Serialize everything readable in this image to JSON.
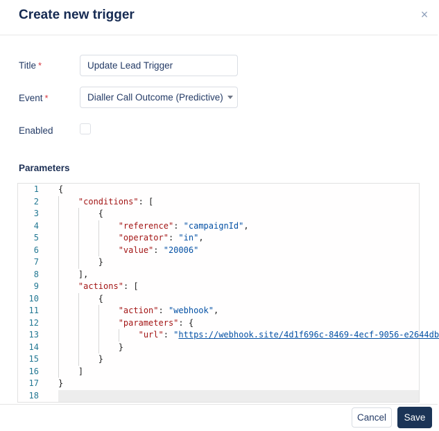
{
  "modal": {
    "title": "Create new trigger",
    "close_icon": "×"
  },
  "form": {
    "required_marker": "*",
    "title_label": "Title",
    "title_value": "Update Lead Trigger",
    "event_label": "Event",
    "event_value": "Dialler Call Outcome (Predictive)",
    "enabled_label": "Enabled",
    "enabled_checked": false,
    "parameters_label": "Parameters"
  },
  "colors": {
    "navy_text": "#243b66",
    "save_button_bg": "#1b3456",
    "json_key": "#a31515",
    "json_string": "#0451a5",
    "line_number": "#237893",
    "required_red": "#d7373f"
  },
  "editor": {
    "lines": [
      {
        "num": "1",
        "segs": [
          {
            "c": "p",
            "t": "{"
          }
        ]
      },
      {
        "num": "2",
        "segs": [
          {
            "c": "w",
            "t": "    "
          },
          {
            "c": "k",
            "t": "\"conditions\""
          },
          {
            "c": "p",
            "t": ": ["
          }
        ]
      },
      {
        "num": "3",
        "segs": [
          {
            "c": "w",
            "t": "        "
          },
          {
            "c": "p",
            "t": "{"
          }
        ]
      },
      {
        "num": "4",
        "segs": [
          {
            "c": "w",
            "t": "            "
          },
          {
            "c": "k",
            "t": "\"reference\""
          },
          {
            "c": "p",
            "t": ": "
          },
          {
            "c": "s",
            "t": "\"campaignId\""
          },
          {
            "c": "p",
            "t": ","
          }
        ]
      },
      {
        "num": "5",
        "segs": [
          {
            "c": "w",
            "t": "            "
          },
          {
            "c": "k",
            "t": "\"operator\""
          },
          {
            "c": "p",
            "t": ": "
          },
          {
            "c": "s",
            "t": "\"in\""
          },
          {
            "c": "p",
            "t": ","
          }
        ]
      },
      {
        "num": "6",
        "segs": [
          {
            "c": "w",
            "t": "            "
          },
          {
            "c": "k",
            "t": "\"value\""
          },
          {
            "c": "p",
            "t": ": "
          },
          {
            "c": "s",
            "t": "\"20006\""
          }
        ]
      },
      {
        "num": "7",
        "segs": [
          {
            "c": "w",
            "t": "        "
          },
          {
            "c": "p",
            "t": "}"
          }
        ]
      },
      {
        "num": "8",
        "segs": [
          {
            "c": "w",
            "t": "    "
          },
          {
            "c": "p",
            "t": "],"
          }
        ]
      },
      {
        "num": "9",
        "segs": [
          {
            "c": "w",
            "t": "    "
          },
          {
            "c": "k",
            "t": "\"actions\""
          },
          {
            "c": "p",
            "t": ": ["
          }
        ]
      },
      {
        "num": "10",
        "segs": [
          {
            "c": "w",
            "t": "        "
          },
          {
            "c": "p",
            "t": "{"
          }
        ]
      },
      {
        "num": "11",
        "segs": [
          {
            "c": "w",
            "t": "            "
          },
          {
            "c": "k",
            "t": "\"action\""
          },
          {
            "c": "p",
            "t": ": "
          },
          {
            "c": "s",
            "t": "\"webhook\""
          },
          {
            "c": "p",
            "t": ","
          }
        ]
      },
      {
        "num": "12",
        "segs": [
          {
            "c": "w",
            "t": "            "
          },
          {
            "c": "k",
            "t": "\"parameters\""
          },
          {
            "c": "p",
            "t": ": {"
          }
        ]
      },
      {
        "num": "13",
        "segs": [
          {
            "c": "w",
            "t": "                "
          },
          {
            "c": "k",
            "t": "\"url\""
          },
          {
            "c": "p",
            "t": ": "
          },
          {
            "c": "s",
            "t": "\""
          },
          {
            "c": "l",
            "t": "https://webhook.site/4d1f696c-8469-4ecf-9056-e2644db"
          }
        ]
      },
      {
        "num": "14",
        "segs": [
          {
            "c": "w",
            "t": "            "
          },
          {
            "c": "p",
            "t": "}"
          }
        ]
      },
      {
        "num": "15",
        "segs": [
          {
            "c": "w",
            "t": "        "
          },
          {
            "c": "p",
            "t": "}"
          }
        ]
      },
      {
        "num": "16",
        "segs": [
          {
            "c": "w",
            "t": "    "
          },
          {
            "c": "p",
            "t": "]"
          }
        ]
      },
      {
        "num": "17",
        "segs": [
          {
            "c": "p",
            "t": "}"
          }
        ]
      },
      {
        "num": "18",
        "segs": [],
        "current": true
      }
    ]
  },
  "footer": {
    "cancel_label": "Cancel",
    "save_label": "Save"
  }
}
